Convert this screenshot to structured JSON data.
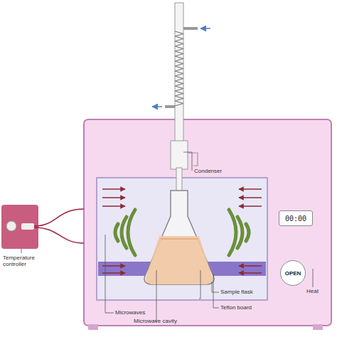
{
  "diagram": {
    "nodes": [
      {
        "text": [
          "00:00"
        ]
      },
      {
        "text": [
          "OPEN"
        ]
      }
    ],
    "labels": [
      "Condenser",
      "Temperature controller",
      "Microwaves",
      "Microwave cavity",
      "Sample flask",
      "Teflon board",
      "Heat"
    ]
  }
}
